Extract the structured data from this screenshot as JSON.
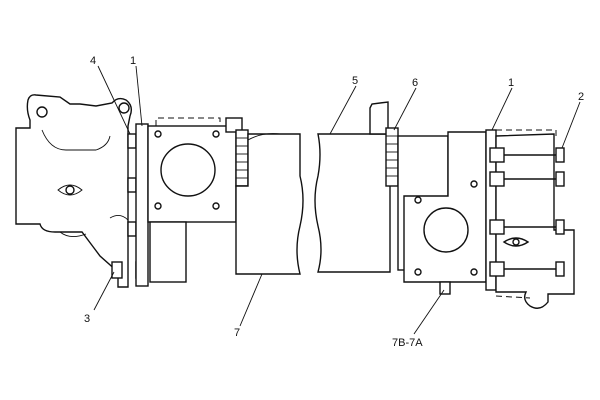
{
  "callouts": {
    "left_flange": "1",
    "right_flange": "1",
    "right_bolt": "2",
    "left_lower_bolt": "3",
    "left_upper_bolt": "4",
    "pipe": "5",
    "clamp": "6",
    "elbow": "7",
    "bottom_label": "7B-7A"
  }
}
